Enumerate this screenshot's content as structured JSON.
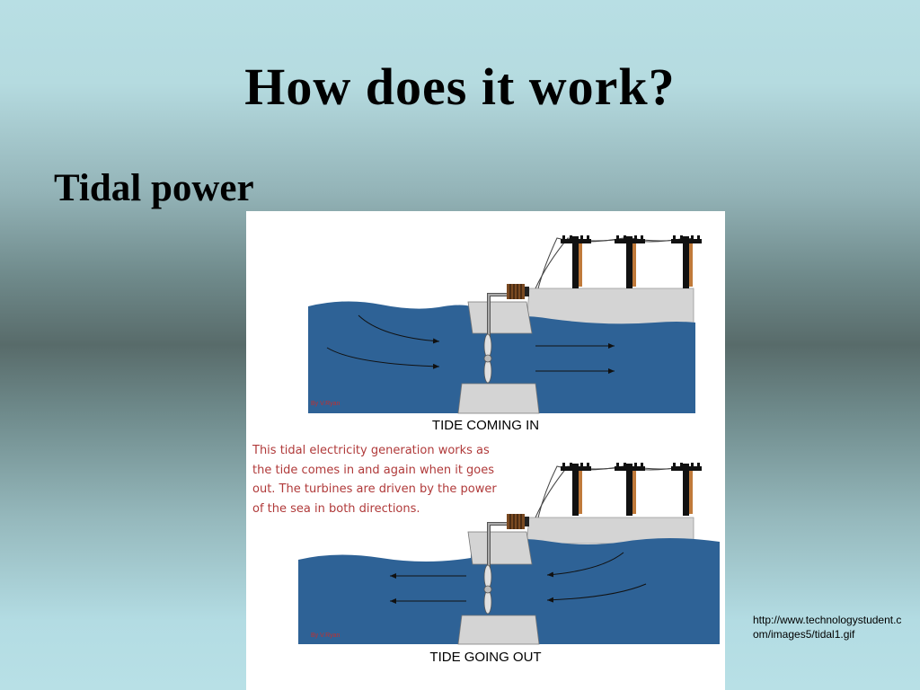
{
  "slide": {
    "title": "How does it work?",
    "subtitle": "Tidal power"
  },
  "figure": {
    "top_caption": "TIDE COMING IN",
    "bottom_caption": "TIDE GOING OUT",
    "credit": "By V.Ryan",
    "description": "This tidal electricity generation works as the tide comes in and again when it goes out. The turbines are driven by the power of the sea in both directions.",
    "colors": {
      "sea": "#2e6296",
      "land": "#d4d4d4",
      "description_text": "#b03a3a"
    },
    "icons": [
      "utility-pole-icon",
      "generator-icon",
      "turbine-propeller-icon",
      "flow-arrow-icon"
    ]
  },
  "source": {
    "url": "http://www.technologystudent.com/images5/tidal1.gif"
  }
}
